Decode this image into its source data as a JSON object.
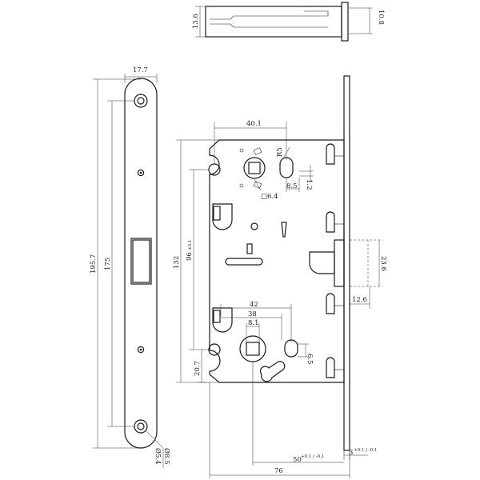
{
  "dimensions": {
    "bolt_height": "13.6",
    "bolt_head": "10.8",
    "faceplate_width": "17.7",
    "faceplate_length": "195.7",
    "faceplate_hole_spacing": "175",
    "hole_d1": "Ø8.5",
    "hole_d2": "Ø5.4",
    "case_height": "132",
    "handle_to_key": "96",
    "handle_to_key_tol": "±0.1",
    "spindle_centres": "40.1",
    "radius_r": "R5",
    "spindle_offset": "8.5",
    "spindle_small": "1.2",
    "spindle_square": "□6.4",
    "latch_height": "23.6",
    "latch_projection": "12.6",
    "lower_span_42": "42",
    "lower_span_38": "38",
    "lower_square": "8.1",
    "lower_small": "6.5",
    "bottom_offset": "20.7",
    "backset": "50",
    "backset_tol": "+0.1 / -0.1",
    "faceplate_thickness": "3",
    "faceplate_thickness_tol": "+0.1 / -0.1",
    "total_depth": "76"
  }
}
